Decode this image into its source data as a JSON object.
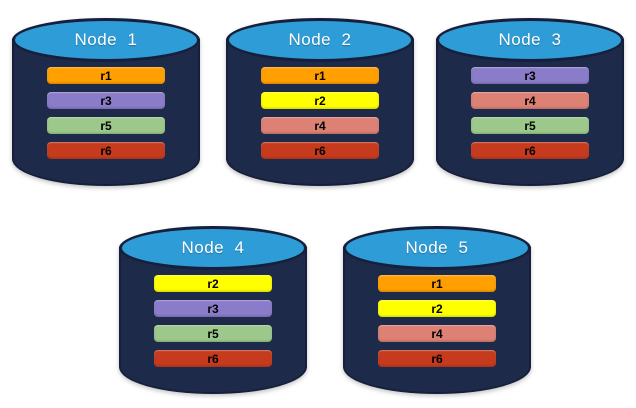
{
  "diagram": {
    "colors": {
      "cylinder_body": "#1E2A4A",
      "cylinder_outline": "#16203C",
      "cylinder_top": "#2E9CD6",
      "node_label_text": "#FFFFFF",
      "bar_label_text": "#000000"
    },
    "replica_colors": {
      "r1": "#FFA000",
      "r2": "#FFFF00",
      "r3": "#8A7CC8",
      "r4": "#DC8173",
      "r5": "#9CC98B",
      "r6": "#C63A1E"
    },
    "nodes": [
      {
        "label": "Node  1",
        "replicas": [
          "r1",
          "r3",
          "r5",
          "r6"
        ]
      },
      {
        "label": "Node  2",
        "replicas": [
          "r1",
          "r2",
          "r4",
          "r6"
        ]
      },
      {
        "label": "Node  3",
        "replicas": [
          "r3",
          "r4",
          "r5",
          "r6"
        ]
      },
      {
        "label": "Node  4",
        "replicas": [
          "r2",
          "r3",
          "r5",
          "r6"
        ]
      },
      {
        "label": "Node  5",
        "replicas": [
          "r1",
          "r2",
          "r4",
          "r6"
        ]
      }
    ]
  }
}
